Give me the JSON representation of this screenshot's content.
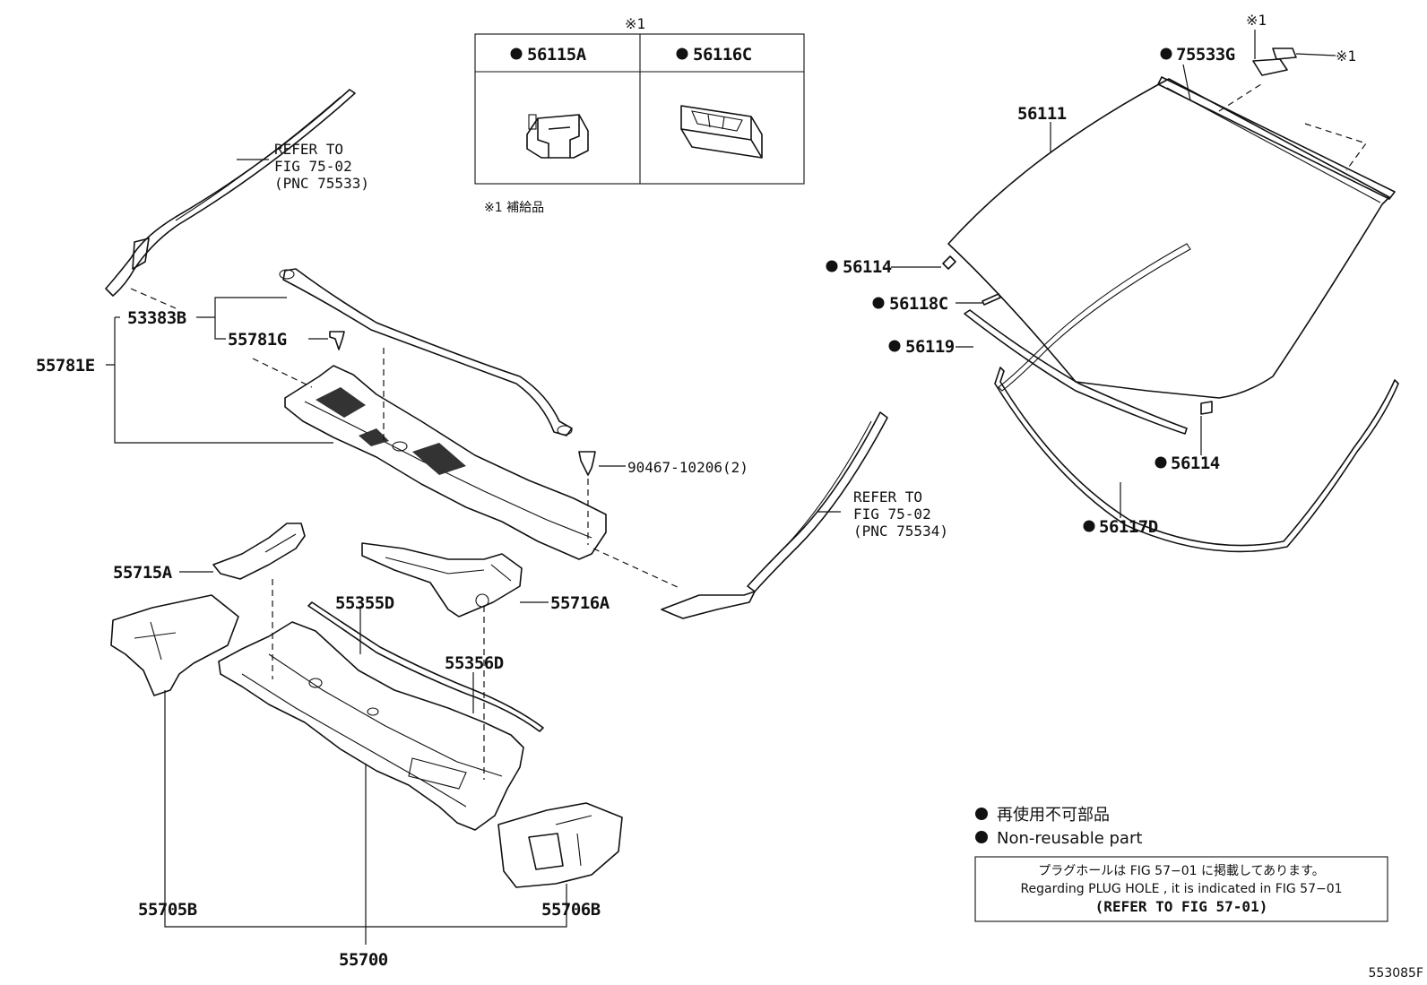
{
  "diagram": {
    "inset": {
      "marker": "※1",
      "columns": [
        {
          "label": "56115A"
        },
        {
          "label": "56116C"
        }
      ],
      "footnote": "※1 補給品"
    },
    "markers": {
      "top_right": "※1",
      "clip_marker": "※1"
    },
    "references": {
      "upper_left": [
        "REFER TO",
        "FIG 75-02",
        "(PNC 75533)"
      ],
      "middle_right": [
        "REFER TO",
        "FIG 75-02",
        "(PNC 75534)"
      ]
    },
    "labels": {
      "p75533G": "75533G",
      "p56111": "56111",
      "p56114_top": "56114",
      "p56118C": "56118C",
      "p56119": "56119",
      "p56114_bottom": "56114",
      "p56117D": "56117D",
      "p53383B": "53383B",
      "p55781G": "55781G",
      "p55781E": "55781E",
      "p90467": "90467-10206(2)",
      "p55715A": "55715A",
      "p55355D": "55355D",
      "p55716A": "55716A",
      "p55356D": "55356D",
      "p55705B": "55705B",
      "p55706B": "55706B",
      "p55700": "55700"
    },
    "legend": {
      "japanese": "再使用不可部品",
      "english": "Non-reusable part"
    },
    "plug_note": {
      "line1": "プラグホールは FIG 57−01 に掲載してあります。",
      "line2": "Regarding  PLUG  HOLE , it is indicated in FIG  57−01",
      "line3": "(REFER TO FIG 57-01)"
    },
    "figure_code": "553085F"
  }
}
